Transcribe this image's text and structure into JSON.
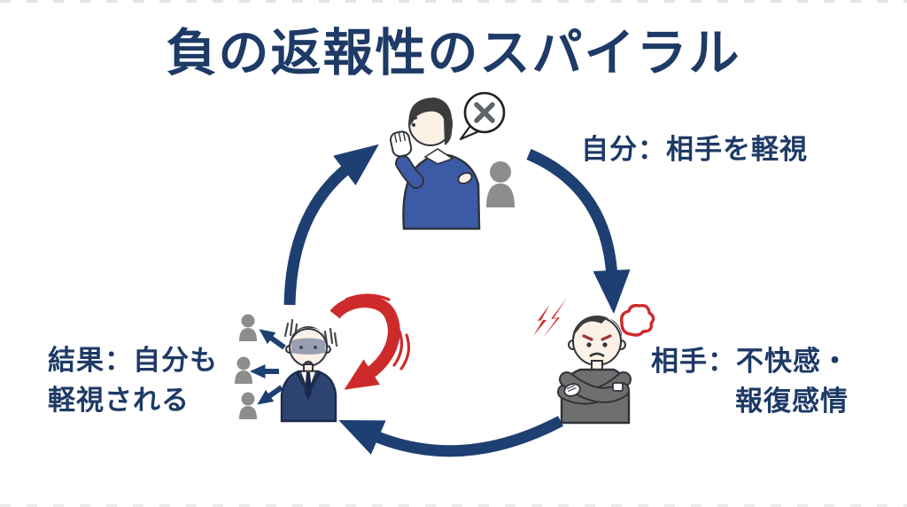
{
  "title": "負の返報性のスパイラル",
  "nodes": {
    "self": {
      "label": "自分：相手を軽視"
    },
    "other": {
      "label_line1": "相手：不快感・",
      "label_line2": "報復感情"
    },
    "result": {
      "label_line1": "結果：自分も",
      "label_line2": "軽視される"
    }
  },
  "icons": {
    "speech_bubble_x_icon": "✕",
    "person_silhouette_icon": "👤",
    "anger_lightning_icon": "⚡",
    "steam_puff_icon": "☁",
    "cycle_arrow_icon": "➜",
    "red_swoop_arrow_icon": "↩",
    "gloom_lines_icon": "|||"
  },
  "colors": {
    "background": "#ffffff",
    "navy_text": "#1e3a66",
    "arrow_navy": "#1e3f72",
    "red": "#cd2b2b",
    "gray_silhouette": "#8d8d8d",
    "sweater_blue": "#3c5ba6",
    "suit_navy": "#2d4372",
    "sweater_gray": "#6f6f6f",
    "hair_dark": "#3c3c3c",
    "skin": "#fcf1e7",
    "outline_dark": "#30333a",
    "gloom_blue": "#8a94a8",
    "eyebrow_red": "#9c3434",
    "bubble_x_gray": "#5d646b"
  }
}
